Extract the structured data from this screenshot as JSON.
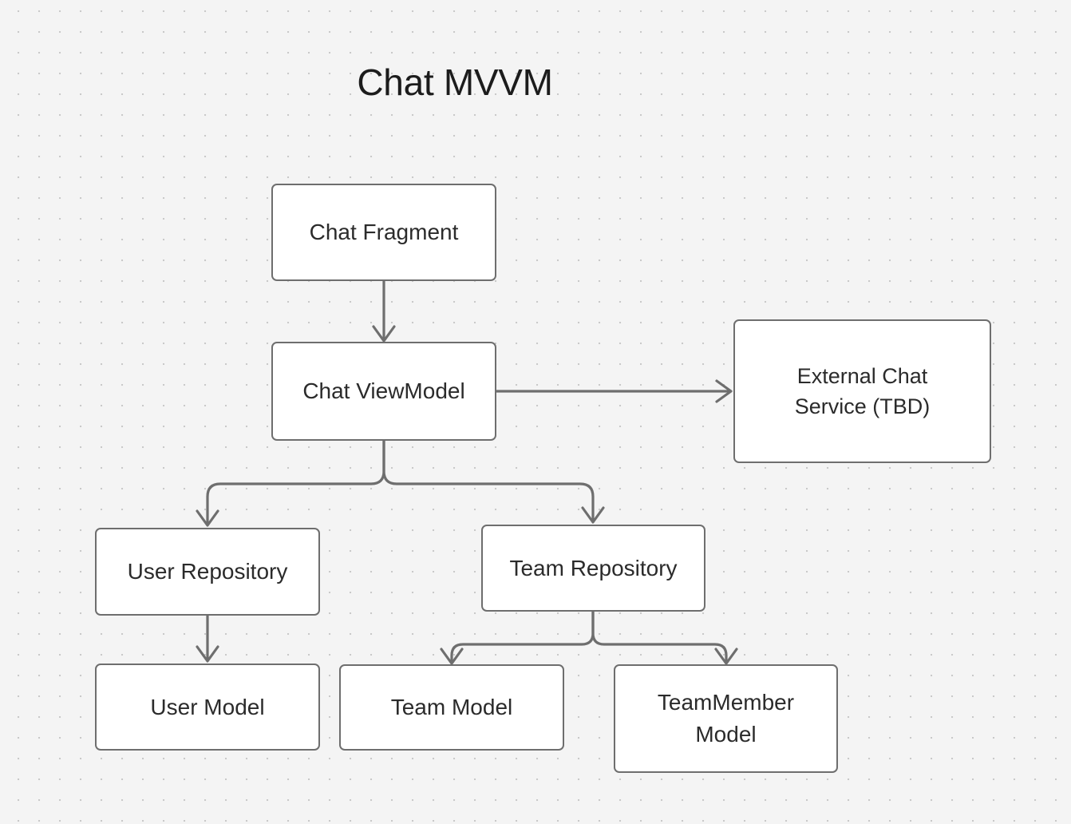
{
  "title": "Chat MVVM",
  "theme": {
    "canvas_background": "#f4f4f4",
    "dot_grid_color": "#c9c9c9",
    "node_fill": "#ffffff",
    "node_border": "#6e6e6e",
    "connector_color": "#6e6e6e",
    "text_color": "#2b2b2b",
    "title_color": "#1c1c1c"
  },
  "nodes": [
    {
      "id": "chat-fragment",
      "label": "Chat Fragment"
    },
    {
      "id": "chat-viewmodel",
      "label": "Chat ViewModel"
    },
    {
      "id": "external-chat",
      "label": "External Chat\nService (TBD)"
    },
    {
      "id": "user-repository",
      "label": "User Repository"
    },
    {
      "id": "team-repository",
      "label": "Team Repository"
    },
    {
      "id": "user-model",
      "label": "User Model"
    },
    {
      "id": "team-model",
      "label": "Team Model"
    },
    {
      "id": "teammember-model",
      "label": "TeamMember\nModel"
    }
  ],
  "edges": [
    {
      "id": "edge-fragment-to-viewmodel",
      "from": "chat-fragment",
      "to": "chat-viewmodel",
      "style": "straight-down"
    },
    {
      "id": "edge-viewmodel-to-external",
      "from": "chat-viewmodel",
      "to": "external-chat",
      "style": "straight-right"
    },
    {
      "id": "edge-viewmodel-to-userrepo",
      "from": "chat-viewmodel",
      "to": "user-repository",
      "style": "elbow-down-left"
    },
    {
      "id": "edge-viewmodel-to-teamrepo",
      "from": "chat-viewmodel",
      "to": "team-repository",
      "style": "elbow-down-right"
    },
    {
      "id": "edge-userrepo-to-usermodel",
      "from": "user-repository",
      "to": "user-model",
      "style": "straight-down"
    },
    {
      "id": "edge-teamrepo-to-teammodel",
      "from": "team-repository",
      "to": "team-model",
      "style": "elbow-down-left"
    },
    {
      "id": "edge-teamrepo-to-teammember",
      "from": "team-repository",
      "to": "teammember-model",
      "style": "elbow-down-right"
    }
  ]
}
